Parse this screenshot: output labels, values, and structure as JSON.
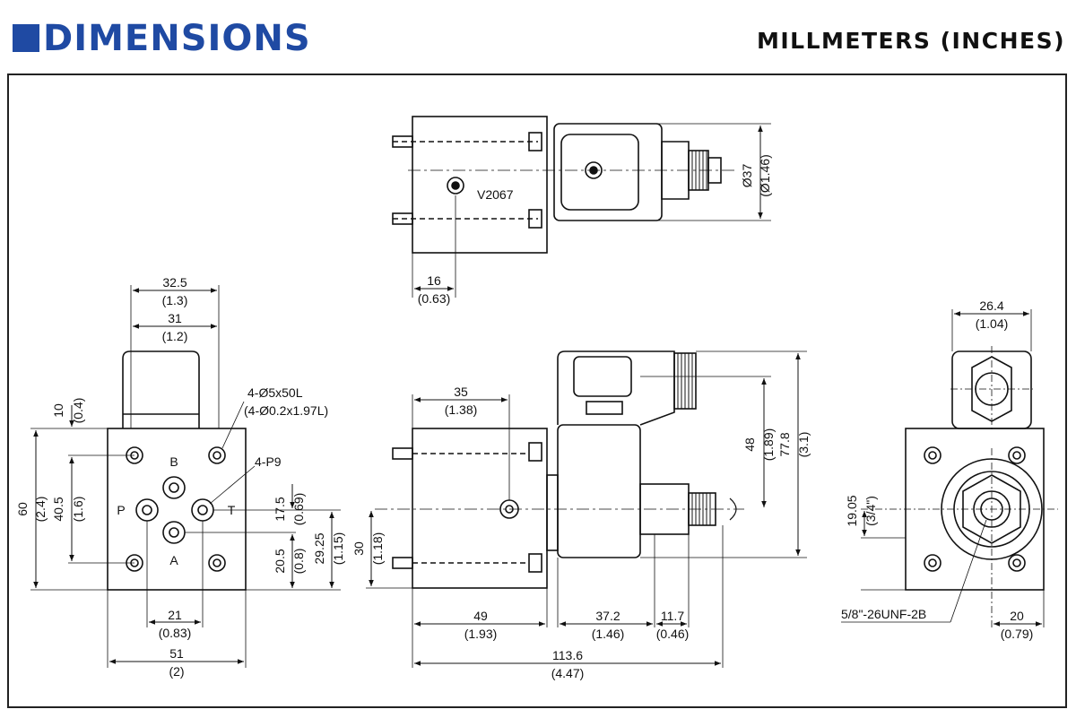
{
  "header": {
    "title": "DIMENSIONS",
    "units": "MILLMETERS (INCHES)"
  },
  "brand_color": "#1f4aa3",
  "top_view": {
    "model": "V2067",
    "dims": {
      "diameter_mm": "Ø37",
      "diameter_in": "(Ø1.46)",
      "offset_mm": "16",
      "offset_in": "(0.63)"
    }
  },
  "left_view": {
    "ports": {
      "b": "B",
      "p": "P",
      "t": "T",
      "a": "A"
    },
    "callouts": {
      "holes_mm": "4-Ø5x50L",
      "holes_in": "(4-Ø0.2x1.97L)",
      "ports": "4-P9"
    },
    "dims": {
      "w_coil_mm": "32.5",
      "w_coil_in": "(1.3)",
      "w_cap_mm": "31",
      "w_cap_in": "(1.2)",
      "h_top_mm": "10",
      "h_top_in": "(0.4)",
      "h_total_mm": "60",
      "h_total_in": "(2.4)",
      "h_hole_mm": "40.5",
      "h_hole_in": "(1.6)",
      "h_pt_mm": "17.5",
      "h_pt_in": "(0.69)",
      "h_a_mm": "20.5",
      "h_a_in": "(0.8)",
      "h_b_mm": "29.25",
      "h_b_in": "(1.15)",
      "w_ports_mm": "21",
      "w_ports_in": "(0.83)",
      "w_body_mm": "51",
      "w_body_in": "(2)"
    }
  },
  "front_view": {
    "dims": {
      "port_x_mm": "35",
      "port_x_in": "(1.38)",
      "coil_h_mm": "48",
      "coil_h_in": "(1.89)",
      "total_h_mm": "77.8",
      "total_h_in": "(3.1)",
      "port_h_mm": "30",
      "port_h_in": "(1.18)",
      "body_w_mm": "49",
      "body_w_in": "(1.93)",
      "coil_w_mm": "37.2",
      "coil_w_in": "(1.46)",
      "knob_w_mm": "11.7",
      "knob_w_in": "(0.46)",
      "total_w_mm": "113.6",
      "total_w_in": "(4.47)"
    }
  },
  "right_view": {
    "thread": "5/8\"-26UNF-2B",
    "dims": {
      "nut_w_mm": "26.4",
      "nut_w_in": "(1.04)",
      "center_h_mm": "19.05",
      "center_h_in": "(3/4\")",
      "offset_mm": "20",
      "offset_in": "(0.79)"
    }
  }
}
